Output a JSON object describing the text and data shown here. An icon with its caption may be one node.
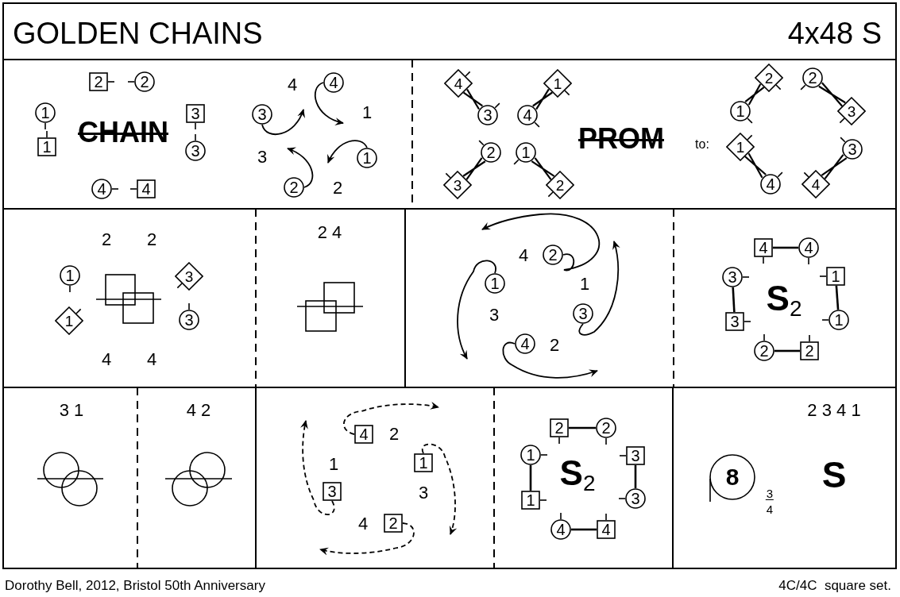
{
  "diagram": {
    "title": "GOLDEN CHAINS",
    "caption": "Dorothy Bell, 2012, Bristol 50th Anniversary",
    "nodes": [
      {
        "text": [
          "1"
        ]
      },
      {
        "text": [
          "1"
        ]
      },
      {
        "text": [
          "2"
        ]
      },
      {
        "text": [
          "2"
        ]
      },
      {
        "text": [
          "3"
        ]
      },
      {
        "text": [
          "3"
        ]
      },
      {
        "text": [
          "4"
        ]
      },
      {
        "text": [
          "4"
        ]
      },
      {
        "text": [
          "3"
        ]
      },
      {
        "text": [
          "4"
        ]
      },
      {
        "text": [
          "1"
        ]
      },
      {
        "text": [
          "2"
        ]
      },
      {
        "text": [
          "4"
        ]
      },
      {
        "text": [
          "3"
        ]
      },
      {
        "text": [
          "4"
        ]
      },
      {
        "text": [
          "1"
        ]
      },
      {
        "text": [
          "2"
        ]
      },
      {
        "text": [
          "3"
        ]
      },
      {
        "text": [
          "1"
        ]
      },
      {
        "text": [
          "2"
        ]
      },
      {
        "text": [
          "2"
        ]
      },
      {
        "text": [
          "2"
        ]
      },
      {
        "text": [
          "1"
        ]
      },
      {
        "text": [
          "3"
        ]
      },
      {
        "text": [
          "1"
        ]
      },
      {
        "text": [
          "3"
        ]
      },
      {
        "text": [
          "4"
        ]
      },
      {
        "text": [
          "4"
        ]
      },
      {
        "text": [
          "1"
        ]
      },
      {
        "text": [
          "1"
        ]
      },
      {
        "text": [
          "3"
        ]
      },
      {
        "text": [
          "3"
        ]
      },
      {
        "text": [
          "2"
        ]
      },
      {
        "text": [
          "1"
        ]
      },
      {
        "text": [
          "3"
        ]
      },
      {
        "text": [
          "4"
        ]
      },
      {
        "text": [
          "4"
        ]
      },
      {
        "text": [
          "4"
        ]
      },
      {
        "text": [
          "3"
        ]
      },
      {
        "text": [
          "1"
        ]
      },
      {
        "text": [
          "3"
        ]
      },
      {
        "text": [
          "1"
        ]
      },
      {
        "text": [
          "2"
        ]
      },
      {
        "text": [
          "2"
        ]
      },
      {
        "text": [
          "4"
        ]
      },
      {
        "text": [
          "1"
        ]
      },
      {
        "text": [
          "3"
        ]
      },
      {
        "text": [
          "2"
        ]
      },
      {
        "text": [
          "2"
        ]
      },
      {
        "text": [
          "2"
        ]
      },
      {
        "text": [
          "1"
        ]
      },
      {
        "text": [
          "3"
        ]
      },
      {
        "text": [
          "1"
        ]
      },
      {
        "text": [
          "3"
        ]
      },
      {
        "text": [
          "4"
        ]
      },
      {
        "text": [
          "4"
        ]
      },
      {
        "text": [
          "8"
        ]
      }
    ],
    "edges": [
      {
        "from": 8,
        "to": null,
        "arrow": "to"
      },
      {
        "from": 9,
        "to": null,
        "arrow": "to"
      },
      {
        "from": 10,
        "to": null,
        "arrow": "to"
      },
      {
        "from": 11,
        "to": null,
        "arrow": "to"
      },
      {
        "from": 12,
        "to": 13,
        "arrow": "none"
      },
      {
        "from": 14,
        "to": 15,
        "arrow": "none"
      },
      {
        "from": 16,
        "to": 17,
        "arrow": "none"
      },
      {
        "from": 18,
        "to": 19,
        "arrow": "none"
      },
      {
        "from": 22,
        "to": 20,
        "arrow": "none"
      },
      {
        "from": 21,
        "to": 23,
        "arrow": "none"
      },
      {
        "from": 24,
        "to": 26,
        "arrow": "none"
      },
      {
        "from": 25,
        "to": 27,
        "arrow": "none"
      },
      {
        "from": 32,
        "to": null,
        "arrow": "to"
      },
      {
        "from": 33,
        "to": null,
        "arrow": "to"
      },
      {
        "from": 35,
        "to": null,
        "arrow": "to"
      },
      {
        "from": 34,
        "to": null,
        "arrow": "to"
      },
      {
        "from": 36,
        "to": 37,
        "arrow": "none"
      },
      {
        "from": 38,
        "to": 40,
        "arrow": "none"
      },
      {
        "from": 39,
        "to": 41,
        "arrow": "none"
      },
      {
        "from": 42,
        "to": 43,
        "arrow": "none"
      },
      {
        "from": 44,
        "to": null,
        "arrow": "to",
        "style": "dashed"
      },
      {
        "from": 45,
        "to": null,
        "arrow": "to",
        "style": "dashed"
      },
      {
        "from": 47,
        "to": null,
        "arrow": "to",
        "style": "dashed"
      },
      {
        "from": 46,
        "to": null,
        "arrow": "to",
        "style": "dashed"
      },
      {
        "from": 48,
        "to": 49,
        "arrow": "none"
      },
      {
        "from": 50,
        "to": 52,
        "arrow": "none"
      },
      {
        "from": 51,
        "to": 53,
        "arrow": "none"
      },
      {
        "from": 54,
        "to": 55,
        "arrow": "none"
      }
    ],
    "labels": [
      "4x48 S",
      "CHAIN",
      "4",
      "1",
      "3",
      "2",
      "PROM",
      "to:",
      "2",
      "2",
      "4",
      "4",
      "2 4",
      "4",
      "1",
      "3",
      "2",
      "**S**$_{2}$",
      "3 1",
      "4 2",
      "2",
      "1",
      "3",
      "4",
      "**S**$_{2}$",
      "2 3 4 1",
      "3",
      "4",
      "S",
      "4C/4C  square set."
    ]
  }
}
